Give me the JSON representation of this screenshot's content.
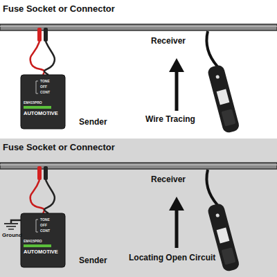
{
  "diagram": {
    "labels": [
      "Fuse Socket or Connector",
      "Receiver",
      "Sender",
      "Wire Tracing",
      "TONE",
      "OFF",
      "CONT",
      "EM415PRO",
      "AUTOMOTIVE",
      "Fuse Socket or Connector",
      "Receiver",
      "Ground",
      "Sender",
      "Locating Open Circuit",
      "TONE",
      "OFF",
      "CONT",
      "EM415PRO",
      "AUTOMOTIVE"
    ]
  }
}
